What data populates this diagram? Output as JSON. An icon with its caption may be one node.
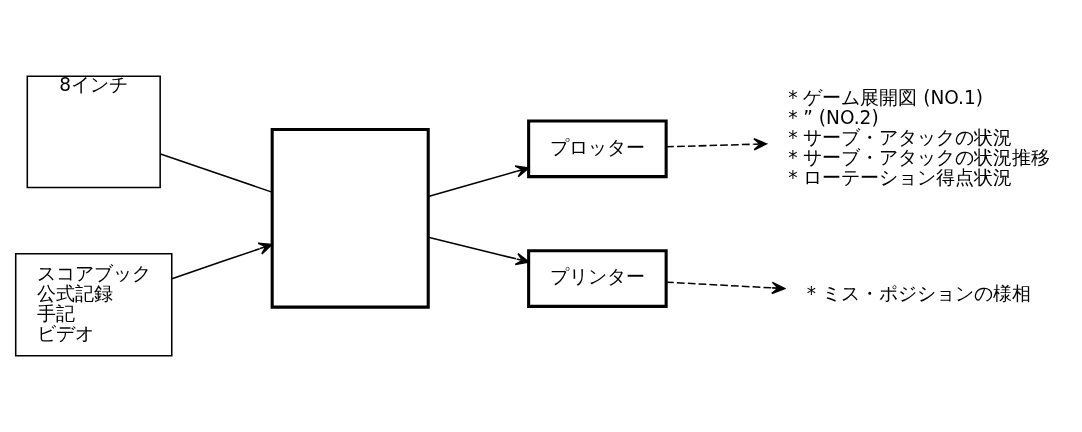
{
  "diagram": {
    "nodes": [
      {
        "text": [
          "8インチ"
        ]
      },
      {
        "text": [],
        "shape": "box"
      },
      {
        "text": [
          "スコアブック",
          "公式記録",
          "手記",
          "ビデオ"
        ]
      },
      {
        "text": [
          "プロッター"
        ]
      },
      {
        "text": [
          "プリンター"
        ]
      },
      {
        "text": [
          "* ゲーム展開図 (NO.1)",
          "* ” (NO.2)",
          "* サーブ・アタックの状況",
          "* サーブ・アタックの状況推移",
          "* ローテーション得点状況"
        ]
      },
      {
        "text": [
          "* ミス・ポジションの様相"
        ]
      }
    ],
    "edges": [
      {
        "from": 0,
        "to": 1,
        "arrow": "none"
      },
      {
        "from": 1,
        "to": 3,
        "arrow": "to"
      },
      {
        "from": 1,
        "to": 4,
        "arrow": "to"
      },
      {
        "from": 2,
        "to": 1,
        "arrow": "to"
      },
      {
        "from": 3,
        "to": 5,
        "arrow": "to",
        "style": "dashed"
      },
      {
        "from": 4,
        "to": 6,
        "arrow": "to",
        "style": "dashed"
      }
    ]
  }
}
